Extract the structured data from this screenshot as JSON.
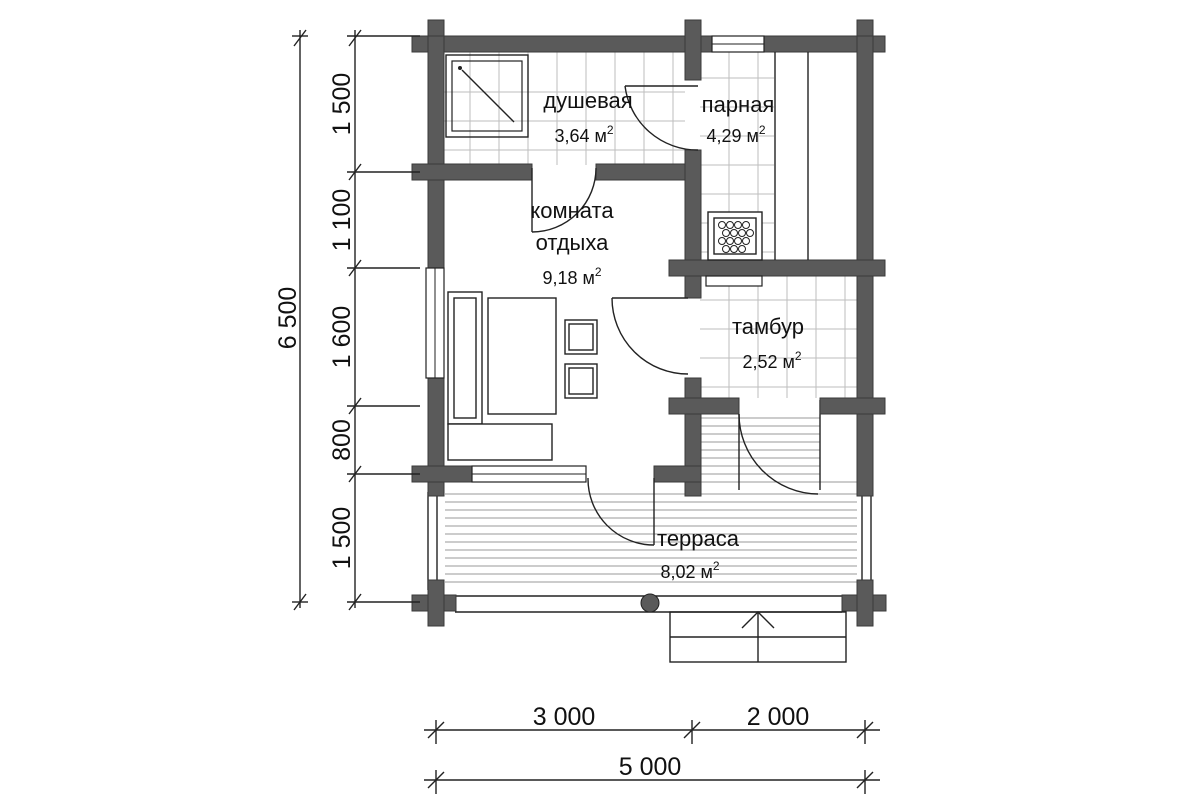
{
  "rooms": {
    "shower": {
      "name": "душевая",
      "area": "3,64 м",
      "sup": "2"
    },
    "steam": {
      "name": "парная",
      "area": "4,29 м",
      "sup": "2"
    },
    "rest": {
      "name_line1": "комната",
      "name_line2": "отдыха",
      "area": "9,18 м",
      "sup": "2"
    },
    "vestibule": {
      "name": "тамбур",
      "area": "2,52 м",
      "sup": "2"
    },
    "terrace": {
      "name": "терраса",
      "area": "8,02 м",
      "sup": "2"
    }
  },
  "dimensions": {
    "left_total": "6 500",
    "left_segments": [
      "1 500",
      "1 100",
      "1 600",
      "800",
      "1 500"
    ],
    "bottom_segments": [
      "3 000",
      "2 000"
    ],
    "bottom_total": "5 000"
  },
  "colors": {
    "wall": "#5a5a5a",
    "line": "#222222",
    "tile_grid": "#bdbdbd"
  }
}
